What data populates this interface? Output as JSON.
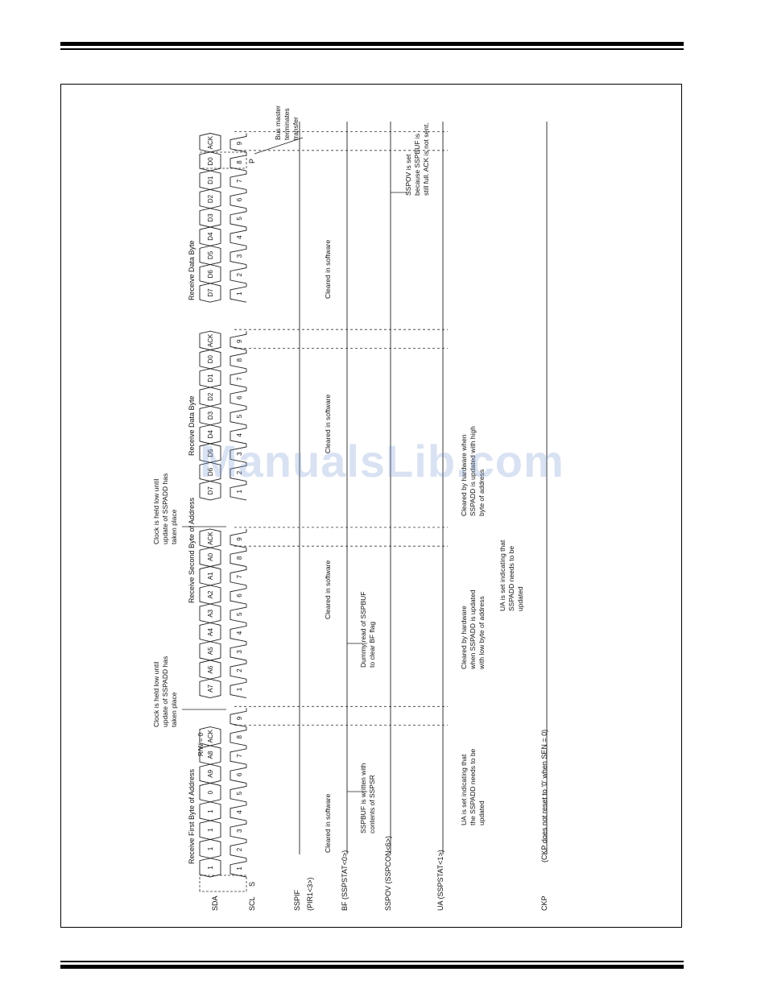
{
  "watermark": "ManualsLib.com",
  "signals": {
    "sda": "SDA",
    "scl": "SCL",
    "sspif": "SSPIF",
    "pir": "(PIR1<3>)",
    "bf": "BF (SSPSTAT<0>)",
    "sspov": "SSPOV (SSPCON<6>)",
    "ua": "UA (SSPSTAT<1>)",
    "ckp": "CKP",
    "ckp_note": "(CKP does not reset to '0' when SEN = 0)"
  },
  "sections": {
    "first_byte": "Receive First Byte of Address",
    "second_byte": "Receive Second Byte of Address",
    "data_byte_1": "Receive Data Byte",
    "data_byte_2": "Receive Data Byte"
  },
  "sda_bits": {
    "first_byte": [
      "1",
      "1",
      "1",
      "1",
      "0",
      "A9",
      "A8",
      "ACK"
    ],
    "second_byte": [
      "A7",
      "A6",
      "A5",
      "A4",
      "A3",
      "A2",
      "A1",
      "A0",
      "ACK"
    ],
    "data_1": [
      "D7",
      "D6",
      "D5",
      "D4",
      "D3",
      "D2",
      "D1",
      "D0",
      "ACK"
    ],
    "data_2": [
      "D7",
      "D6",
      "D5",
      "D4",
      "D3",
      "D2",
      "D1",
      "D0",
      "ACK"
    ]
  },
  "scl_counts": [
    "1",
    "2",
    "3",
    "4",
    "5",
    "6",
    "7",
    "8",
    "9"
  ],
  "start_label": "S",
  "stop_label": "P",
  "rw_label": "R/W = 0",
  "annotations": {
    "clock_held_1": [
      "Clock is held low until",
      "update of SSPADD has",
      "taken place"
    ],
    "clock_held_2": [
      "Clock is held low until",
      "update of SSPADD has",
      "taken place"
    ],
    "cleared_sw_1": "Cleared in software",
    "cleared_sw_2": "Cleared in software",
    "cleared_sw_3": "Cleared in software",
    "cleared_sw_4": "Cleared in software",
    "sspbuf_written": [
      "SSPBUF is written with",
      "contents of SSPSR"
    ],
    "dummy_read": [
      "Dummy read of SSPBUF",
      "to clear BF flag"
    ],
    "ua_set_1": [
      "UA is set indicating that",
      "the SSPADD needs to be",
      "updated"
    ],
    "ua_cleared_low": [
      "Cleared by hardware",
      "when SSPADD is updated",
      "with low byte of address"
    ],
    "ua_set_2": [
      "UA is set indicating that",
      "SSPADD needs to be",
      "updated"
    ],
    "ua_cleared_high": [
      "Cleared by hardware when",
      "SSPADD is updated with high",
      "byte of address"
    ],
    "sspov_set": [
      "SSPOV is set",
      "because SSPBUF is",
      "still full. ACK is not sent."
    ],
    "bus_master": [
      "Bus master",
      "terminates",
      "transfer"
    ]
  }
}
